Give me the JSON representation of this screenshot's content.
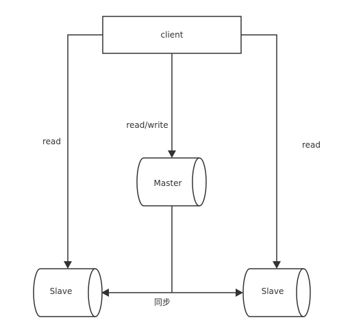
{
  "nodes": {
    "client": "client",
    "master": "Master",
    "slave_left": "Slave",
    "slave_right": "Slave"
  },
  "edges": {
    "client_to_master": "read/write",
    "client_to_slave_left": "read",
    "client_to_slave_right": "read",
    "master_sync": "同步"
  },
  "colors": {
    "line": "#333333",
    "fill": "#ffffff"
  }
}
